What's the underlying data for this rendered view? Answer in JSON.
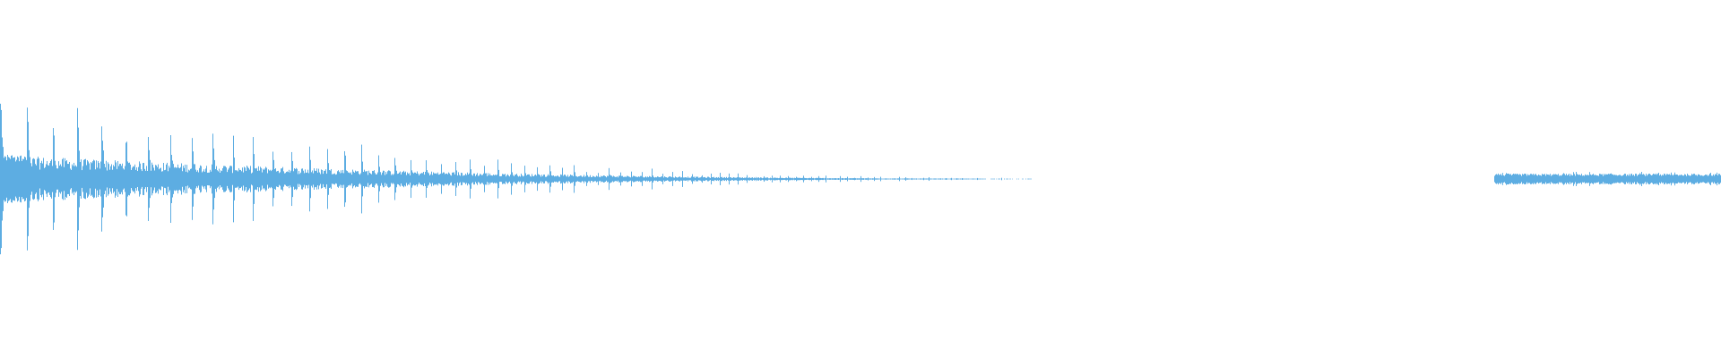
{
  "waveform": {
    "color": "#5DADE2",
    "background": "#FFFFFF",
    "segments": [
      {
        "kind": "decaying-bursts",
        "start_fraction": 0.0,
        "end_fraction": 0.6,
        "peak_amplitude": 0.31,
        "end_amplitude": 0.005
      },
      {
        "kind": "steady-noise",
        "start_fraction": 0.868,
        "end_fraction": 1.0,
        "amplitude": 0.03
      }
    ]
  }
}
